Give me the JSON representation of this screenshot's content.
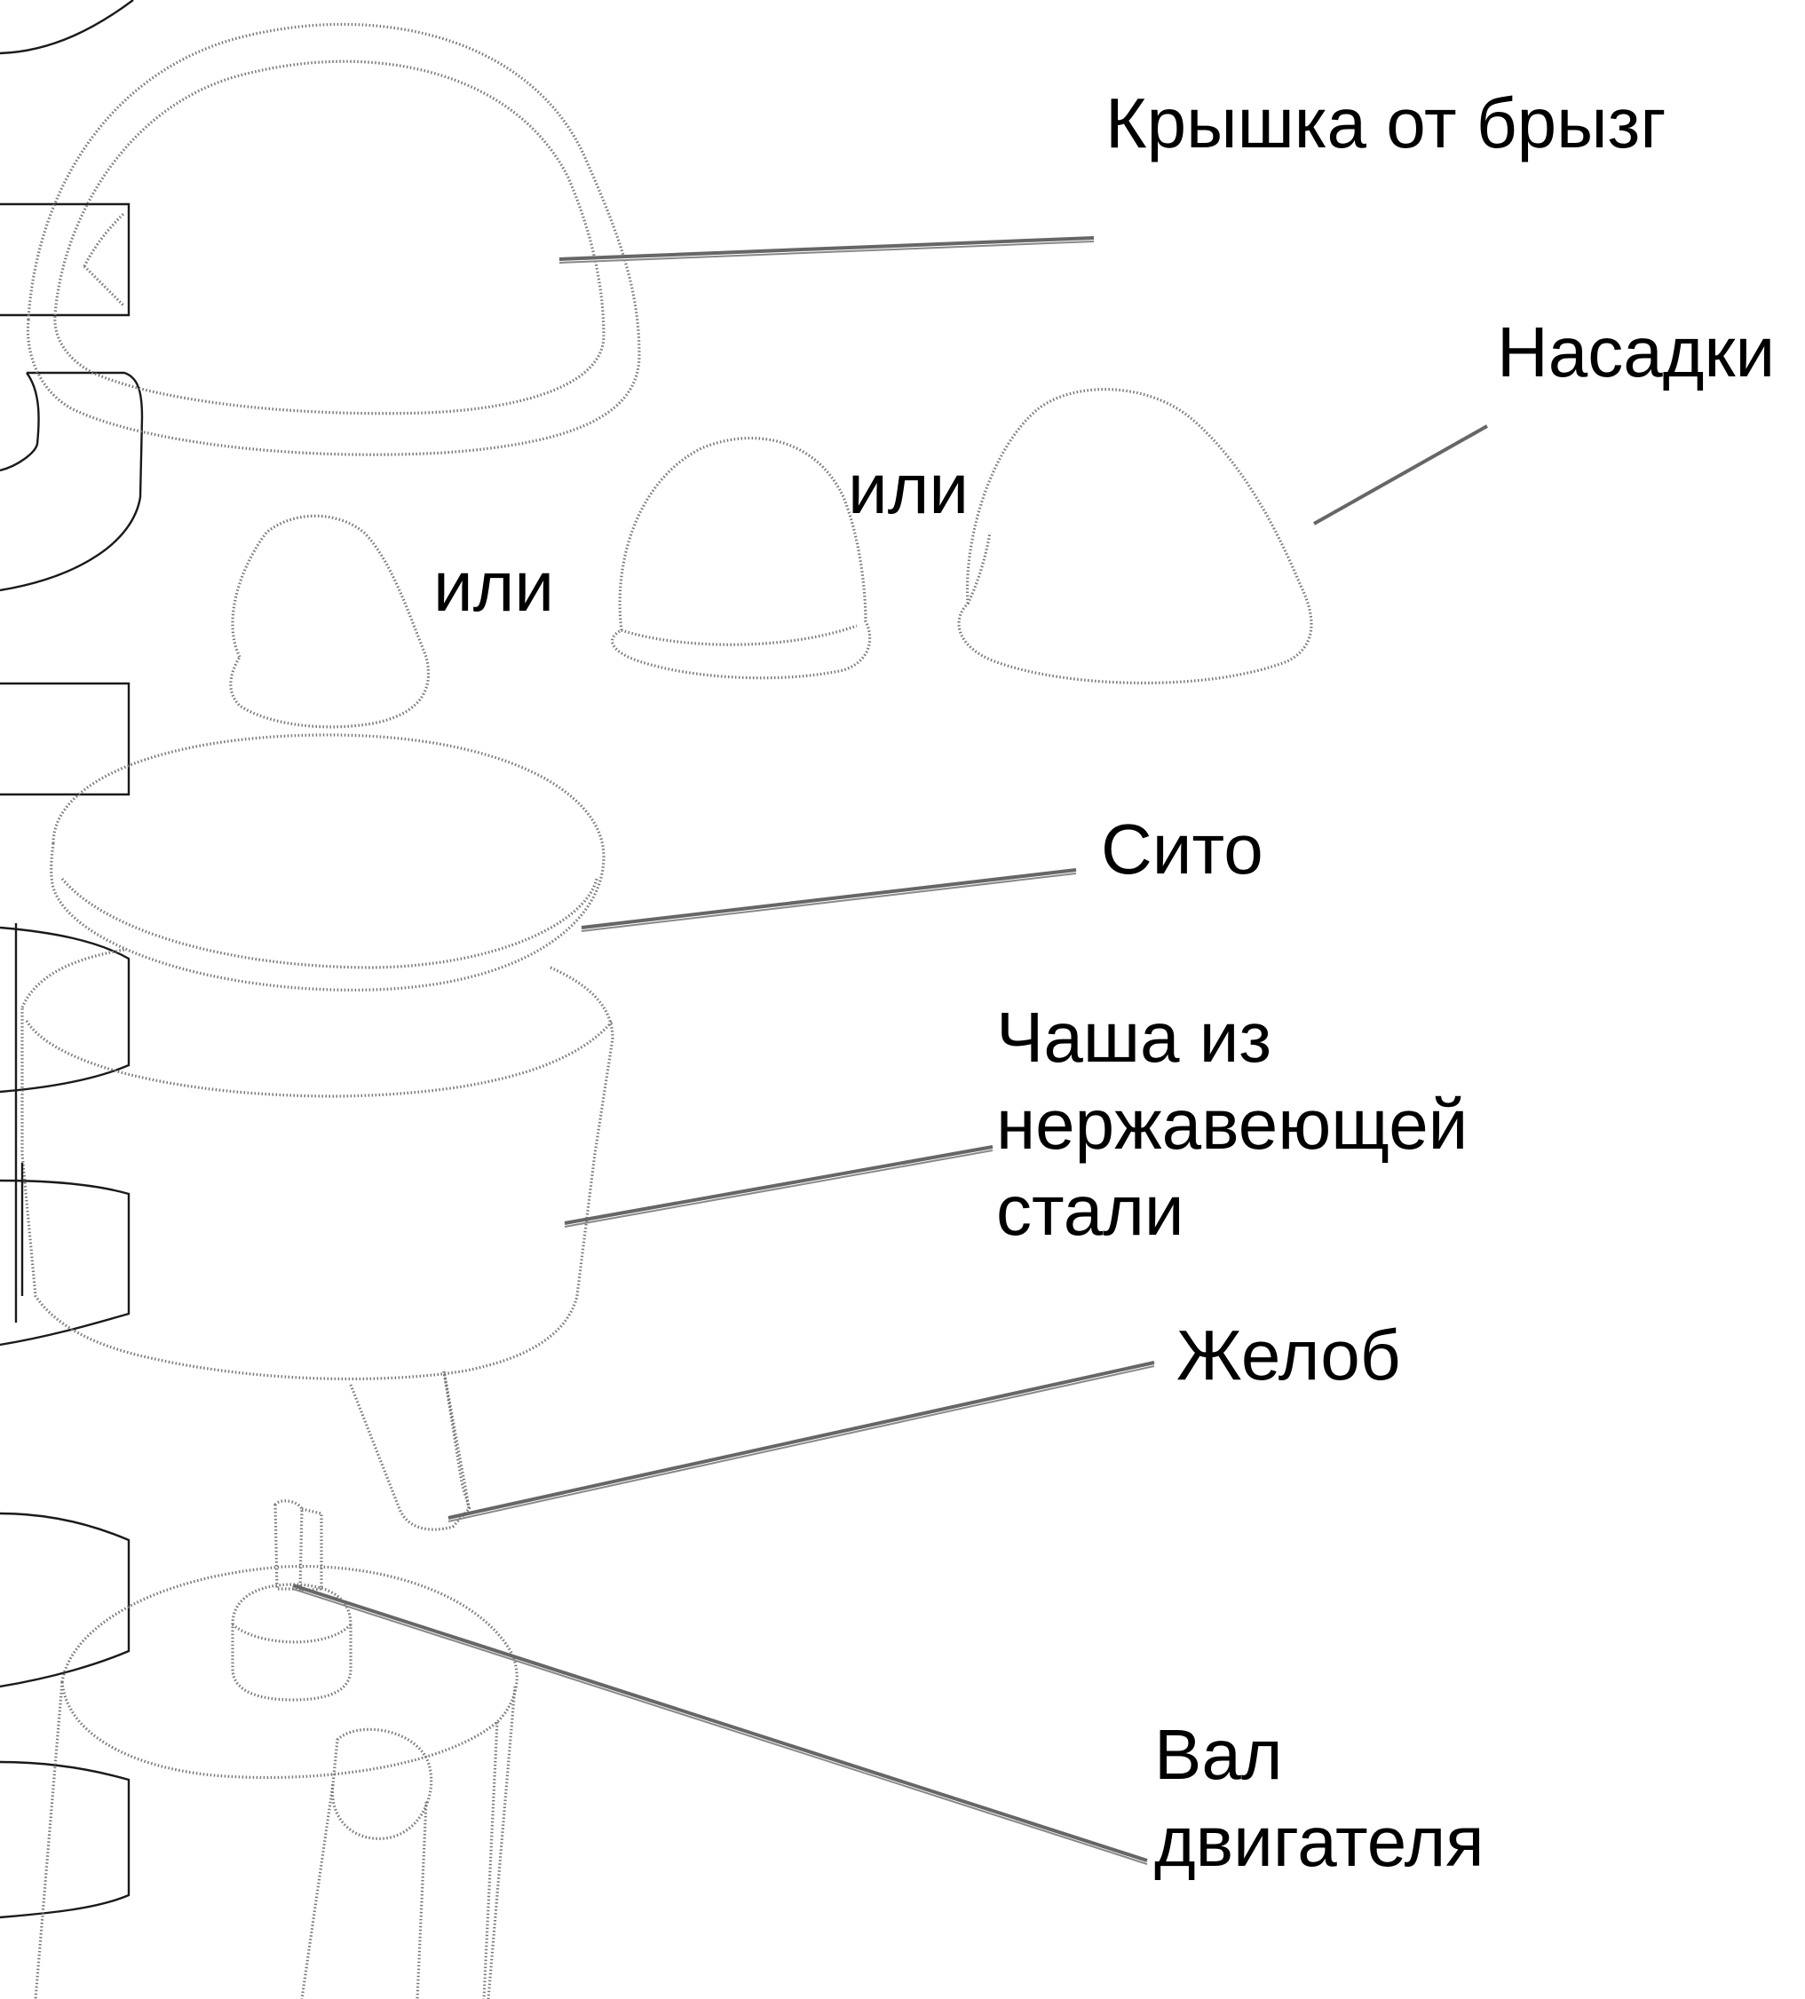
{
  "labels": {
    "splash_cover": "Крышка от брызг",
    "nozzles": "Насадки",
    "or_1": "или",
    "or_2": "или",
    "sieve": "Сито",
    "bowl_line1": "Чаша из",
    "bowl_line2": "нержавеющей",
    "bowl_line3": "стали",
    "spout": "Желоб",
    "shaft_line1": "Вал",
    "shaft_line2": "двигателя"
  }
}
